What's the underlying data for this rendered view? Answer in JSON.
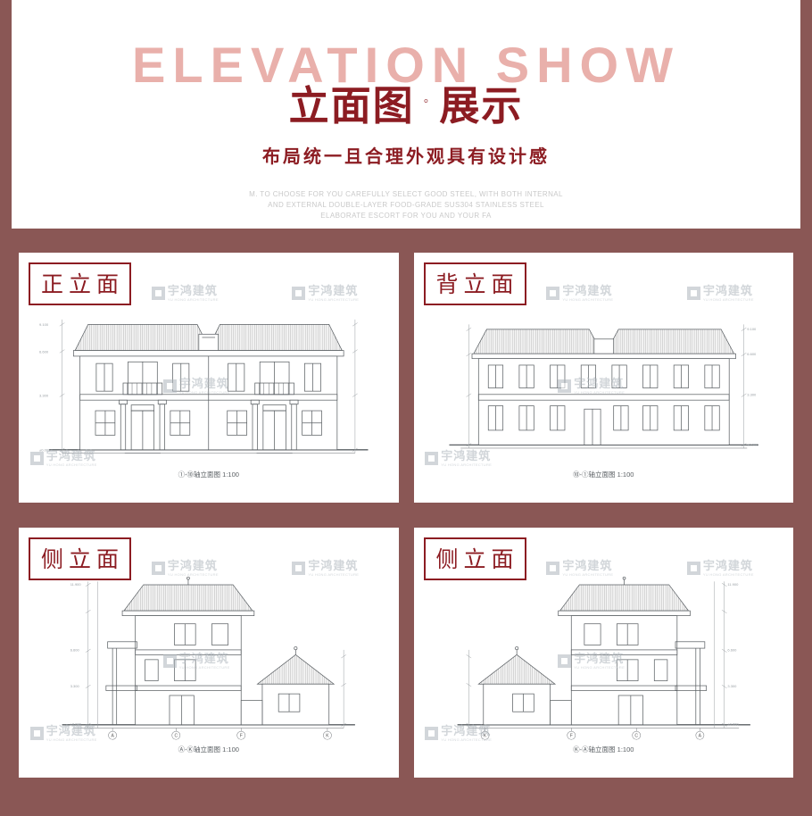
{
  "page": {
    "background": "#8a5755",
    "accent": "#8c1c22",
    "card_background": "#ffffff",
    "ghost_color": "#e39a94",
    "watermark_color": "#aeb6bc",
    "drawing_line_color": "#5a5f63"
  },
  "header": {
    "ghost_text": "ELEVATION SHOW",
    "title_left": "立面图",
    "title_separator": "◦",
    "title_right": "展示",
    "subtitle": "布局统一且合理外观具有设计感",
    "desc_lines": [
      "M. TO CHOOSE FOR YOU CAREFULLY SELECT GOOD STEEL, WITH BOTH INTERNAL",
      "AND EXTERNAL DOUBLE-LAYER FOOD-GRADE SUS304 STAINLESS STEEL",
      "ELABORATE ESCORT FOR YOU AND YOUR FA"
    ]
  },
  "watermark": {
    "text": "宇鸿建筑",
    "sub": "YU HONG ARCHITECTURE"
  },
  "cards": [
    {
      "label": "正立面",
      "caption": "①-⑩轴立面图 1:100"
    },
    {
      "label": "背立面",
      "caption": "⑩-①轴立面图 1:100"
    },
    {
      "label": "侧立面",
      "caption": "Ⓐ-Ⓚ轴立面图 1:100"
    },
    {
      "label": "侧立面",
      "caption": "Ⓚ-Ⓐ轴立面图 1:100"
    }
  ],
  "dims": {
    "d1": "11.900",
    "d2": "9.100",
    "d3": "6.600",
    "d4": "3.300",
    "d5": "±0.000"
  },
  "axes": {
    "side_letters": [
      "A",
      "C",
      "F",
      "K"
    ]
  }
}
